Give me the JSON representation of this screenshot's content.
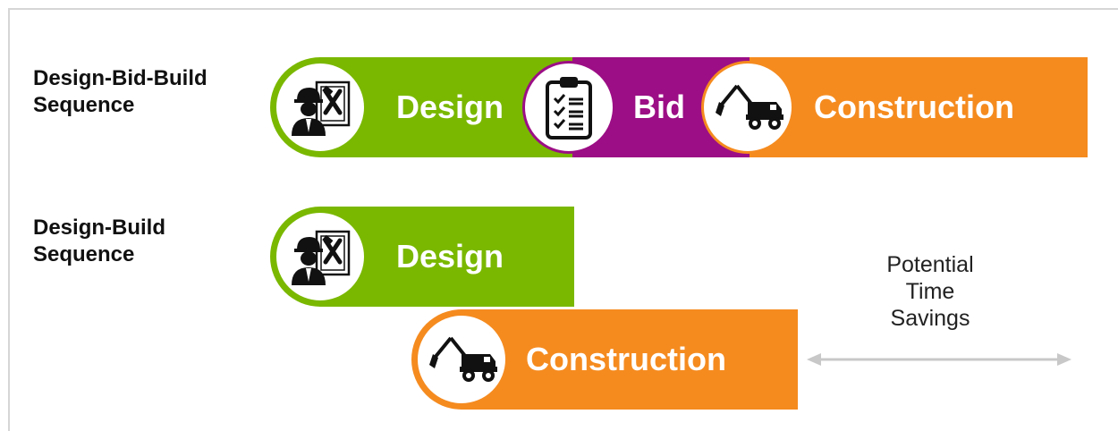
{
  "rows": {
    "dbb": {
      "label_line1": "Design-Bid-Build",
      "label_line2": "Sequence"
    },
    "db": {
      "label_line1": "Design-Build",
      "label_line2": "Sequence"
    }
  },
  "phases": {
    "design": "Design",
    "bid": "Bid",
    "construction": "Construction"
  },
  "savings": {
    "line1": "Potential",
    "line2": "Time",
    "line3": "Savings"
  },
  "colors": {
    "design": "#7ab800",
    "bid": "#9c0e85",
    "construction": "#f58b1f"
  },
  "icons": {
    "design": "engineer-icon",
    "bid": "clipboard-checklist-icon",
    "construction": "excavator-truck-icon"
  }
}
